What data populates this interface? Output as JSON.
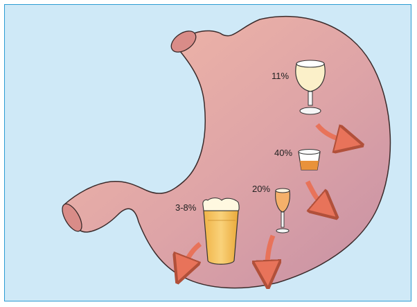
{
  "labels": {
    "wine": "11%",
    "spirits": "40%",
    "fortified": "20%",
    "beer": "3-8%"
  },
  "colors": {
    "background": "#cfe9f7",
    "border": "#2a9bd3",
    "stomach_light": "#f2b4a6",
    "stomach_dark": "#c98e9e",
    "arrow": "#e8735a",
    "beer": "#f6c45e",
    "spirit": "#e9923a",
    "wine": "#fbf0c9"
  }
}
